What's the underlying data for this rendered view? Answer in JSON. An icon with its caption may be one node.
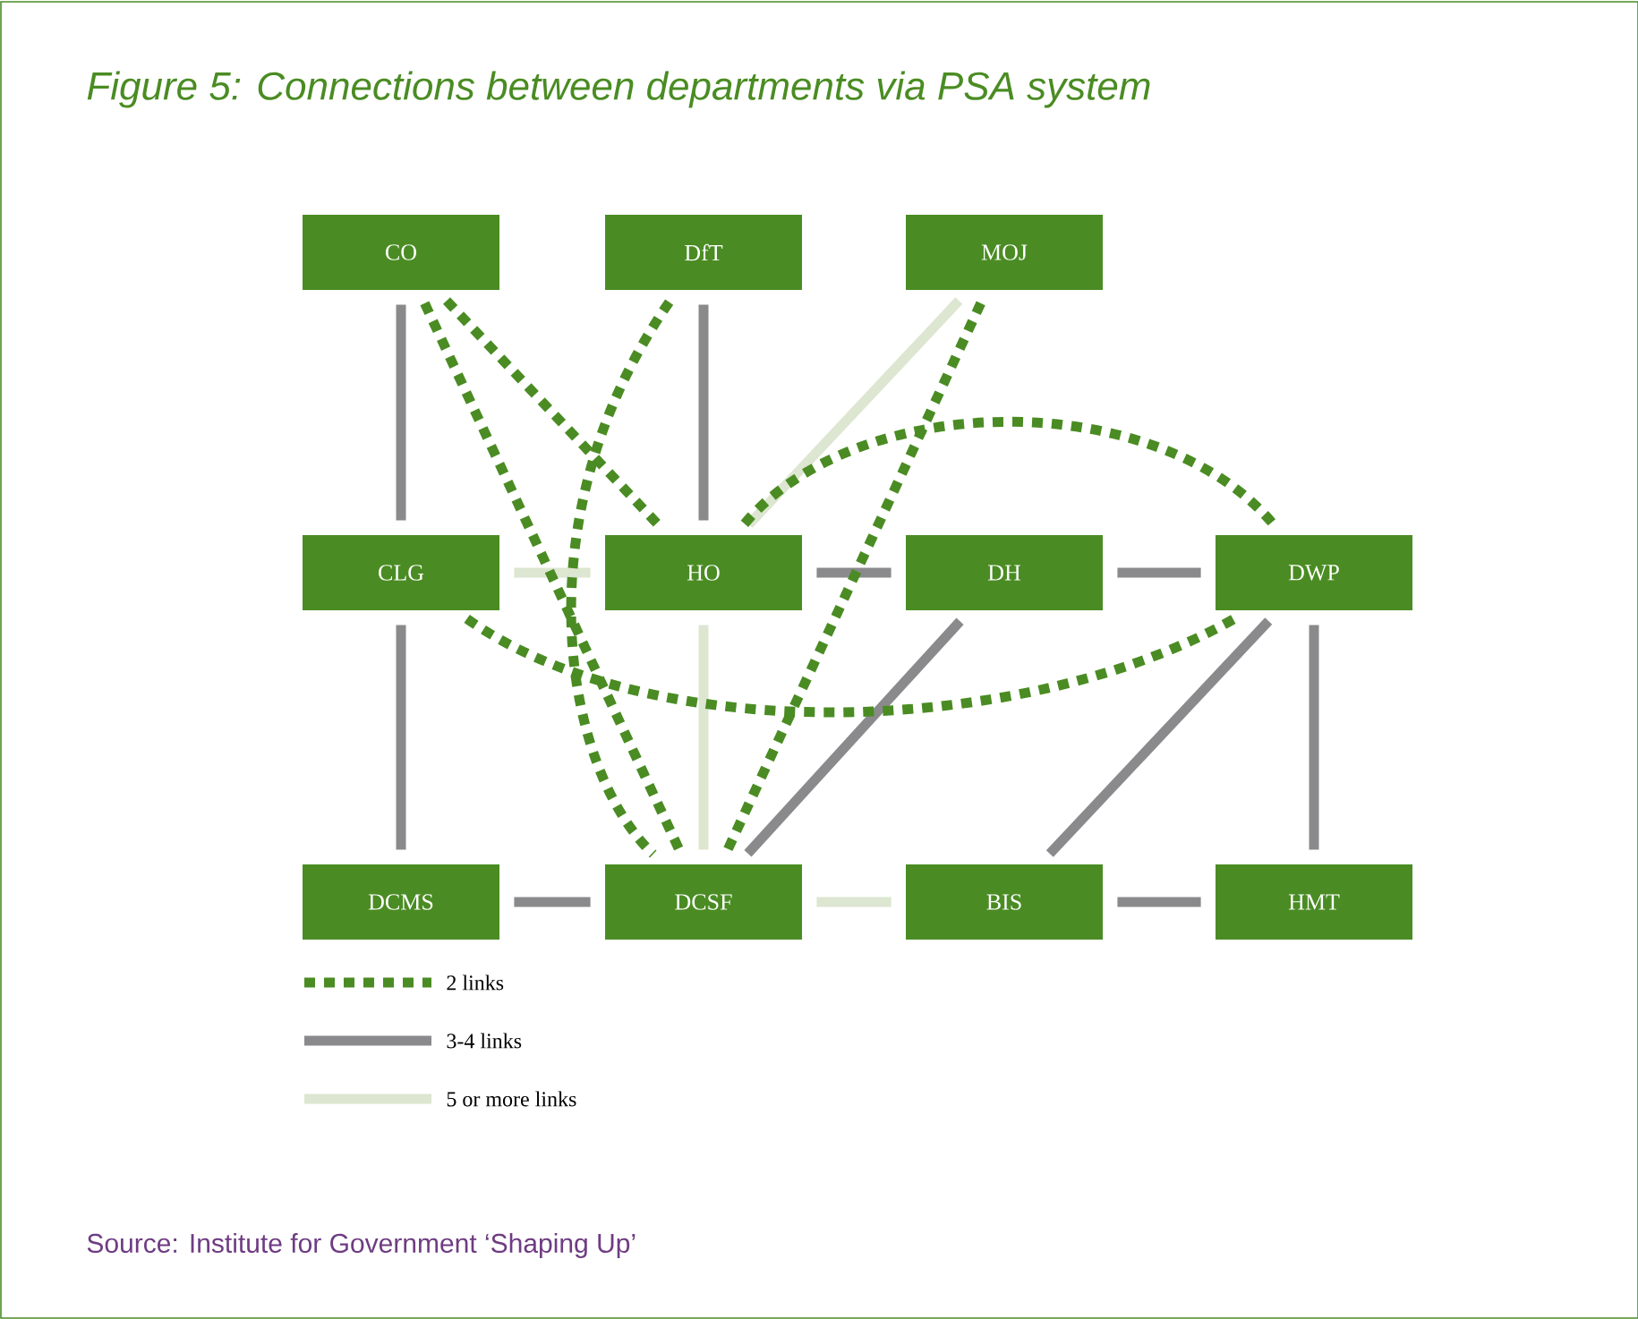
{
  "diagram": {
    "title": "Figure 5: Connections between departments via PSA system",
    "caption": "Source: Institute for Government ‘Shaping Up’",
    "nodes": [
      {
        "text": [
          "CO"
        ]
      },
      {
        "text": [
          "DfT"
        ]
      },
      {
        "text": [
          "MOJ"
        ]
      },
      {
        "text": [
          "CLG"
        ]
      },
      {
        "text": [
          "HO"
        ]
      },
      {
        "text": [
          "DH"
        ]
      },
      {
        "text": [
          "DWP"
        ]
      },
      {
        "text": [
          "DCMS"
        ]
      },
      {
        "text": [
          "DCSF"
        ]
      },
      {
        "text": [
          "BIS"
        ]
      },
      {
        "text": [
          "HMT"
        ]
      }
    ],
    "edges": [
      {
        "from": 0,
        "to": 3,
        "arrow": "none"
      },
      {
        "from": 1,
        "to": 4,
        "arrow": "none"
      },
      {
        "from": 4,
        "to": 5,
        "arrow": "none"
      },
      {
        "from": 5,
        "to": 6,
        "arrow": "none"
      },
      {
        "from": 3,
        "to": 7,
        "arrow": "none"
      },
      {
        "from": 7,
        "to": 8,
        "arrow": "none"
      },
      {
        "from": 9,
        "to": 10,
        "arrow": "none"
      },
      {
        "from": 6,
        "to": 10,
        "arrow": "none"
      },
      {
        "from": 5,
        "to": 8,
        "arrow": "none"
      },
      {
        "from": 6,
        "to": 9,
        "arrow": "none"
      },
      {
        "from": 2,
        "to": 4,
        "arrow": "none",
        "color": "#dce6d0"
      },
      {
        "from": 3,
        "to": 4,
        "arrow": "none",
        "color": "#dce6d0"
      },
      {
        "from": 4,
        "to": 8,
        "arrow": "none",
        "color": "#dce6d0"
      },
      {
        "from": 8,
        "to": 9,
        "arrow": "none",
        "color": "#dce6d0"
      },
      {
        "from": 0,
        "to": 4,
        "arrow": "none",
        "style": "dashed",
        "color": "#4a8c23"
      },
      {
        "from": 0,
        "to": 8,
        "arrow": "none",
        "style": "dashed",
        "color": "#4a8c23"
      },
      {
        "from": 1,
        "to": 8,
        "arrow": "none",
        "style": "dashed",
        "color": "#4a8c23"
      },
      {
        "from": 2,
        "to": 8,
        "arrow": "none",
        "style": "dashed",
        "color": "#4a8c23"
      },
      {
        "from": 4,
        "to": 6,
        "arrow": "none",
        "style": "dashed",
        "color": "#4a8c23"
      },
      {
        "from": 3,
        "to": 6,
        "arrow": "none",
        "style": "dashed",
        "color": "#4a8c23"
      }
    ],
    "legend": [
      {
        "text": "2 links"
      },
      {
        "text": "3-4 links"
      },
      {
        "text": "5 or more links"
      }
    ]
  }
}
